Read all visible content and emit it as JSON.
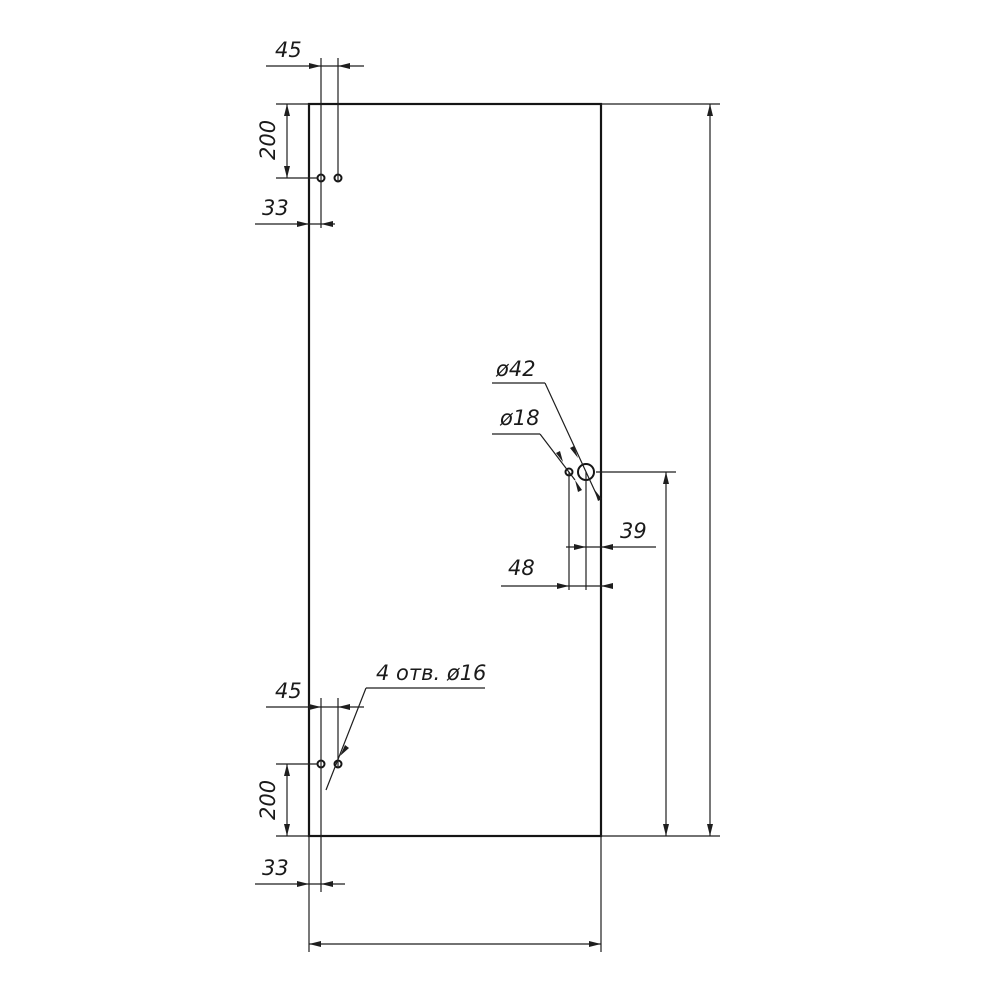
{
  "drawing": {
    "dims": {
      "top_hole_offset_x": "45",
      "top_hole_offset_y": "200",
      "top_edge_offset_x": "33",
      "handle_outer_dia": "ø42",
      "handle_inner_dia": "ø18",
      "handle_offset_39": "39",
      "handle_offset_48": "48",
      "bottom_holes_note": "4 отв. ø16",
      "bottom_hole_offset_x": "45",
      "bottom_hole_offset_y": "200",
      "bottom_edge_offset_x": "33"
    }
  }
}
